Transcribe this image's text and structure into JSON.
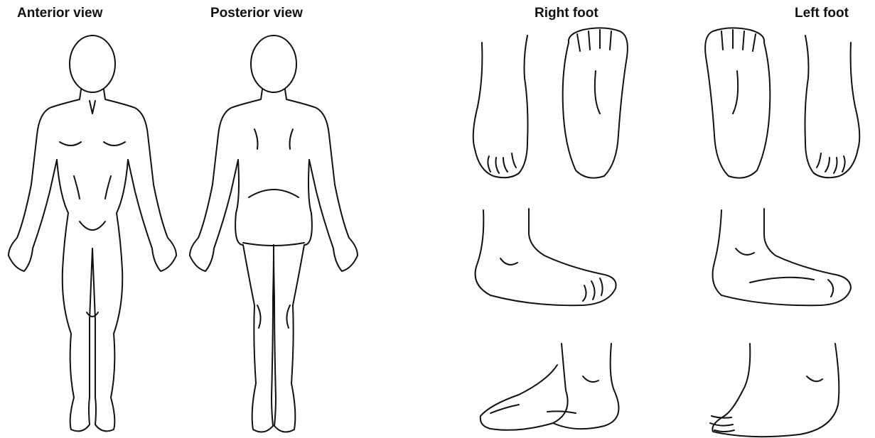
{
  "labels": {
    "anterior": "Anterior view",
    "posterior": "Posterior view",
    "right_foot": "Right foot",
    "left_foot": "Left foot"
  },
  "colors": {
    "line": "#111111",
    "background": "#ffffff"
  }
}
